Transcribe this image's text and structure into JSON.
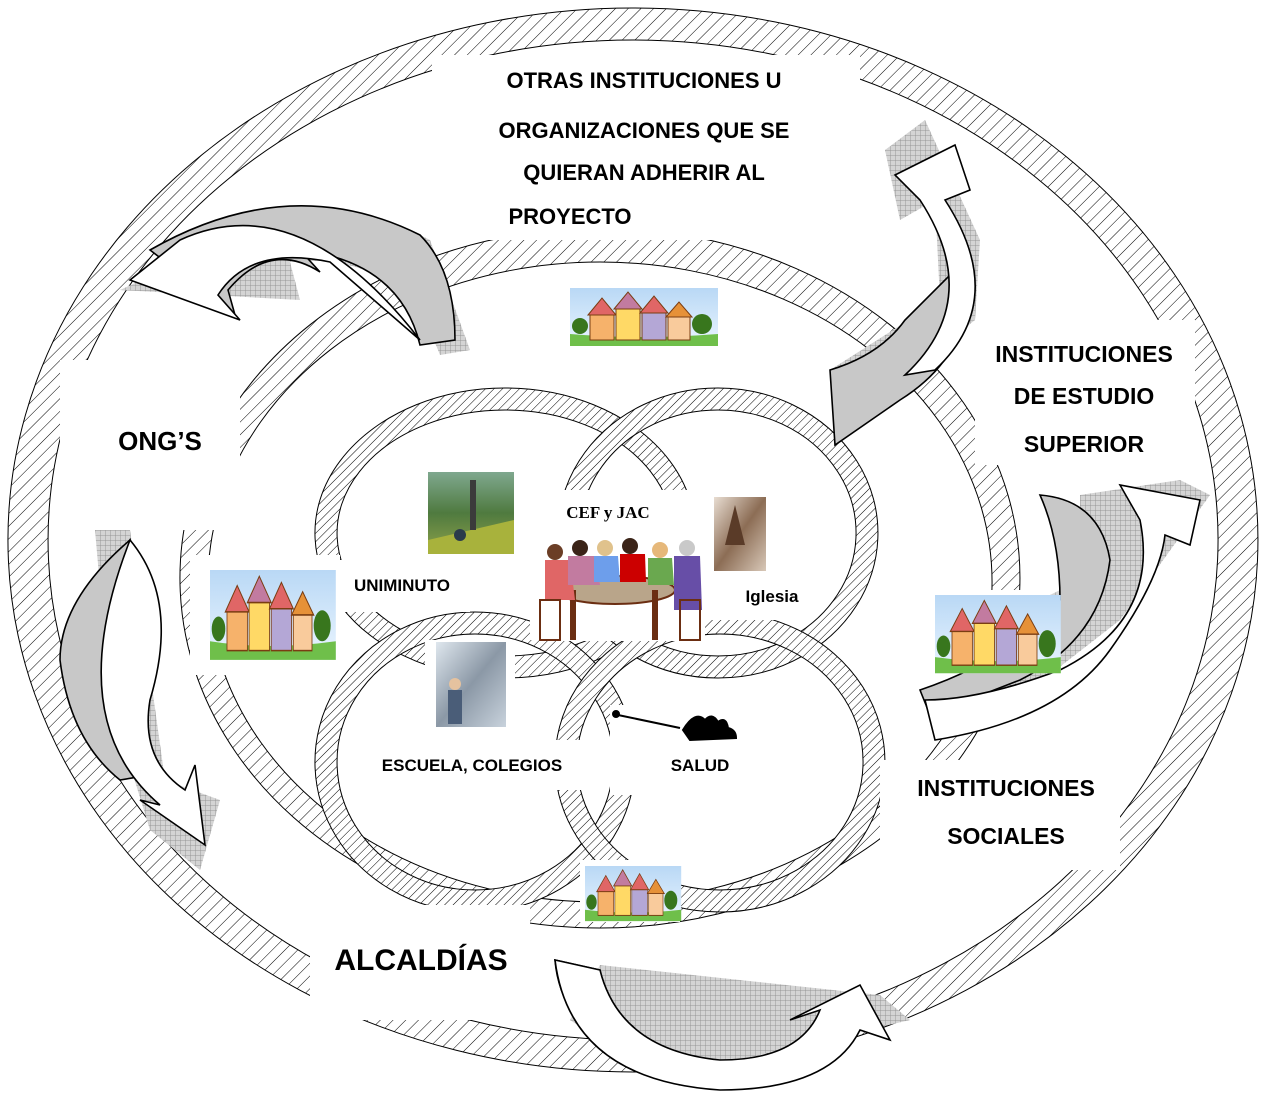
{
  "labels": {
    "otras_1": "OTRAS INSTITUCIONES  U",
    "otras_2": "ORGANIZACIONES QUE SE",
    "otras_3": "QUIERAN ADHERIR AL",
    "otras_4": "PROYECTO",
    "ongs": "ONG’S",
    "inst_estudio_1": "INSTITUCIONES",
    "inst_estudio_2": "DE ESTUDIO",
    "inst_estudio_3": "SUPERIOR",
    "inst_sociales_1": "INSTITUCIONES",
    "inst_sociales_2": "SOCIALES",
    "alcaldias": "ALCALDÍAS",
    "uniminuto": "UNIMINUTO",
    "cef_jac": "CEF y JAC",
    "iglesia": "Iglesia",
    "escuela": "ESCUELA, COLEGIOS",
    "salud": "SALUD"
  },
  "icons": {
    "village": "village-clipart",
    "meeting": "people-at-table-clipart",
    "church": "church-photo",
    "park": "park-photo",
    "school": "school-photo",
    "health": "thermometer-hand-icon"
  }
}
